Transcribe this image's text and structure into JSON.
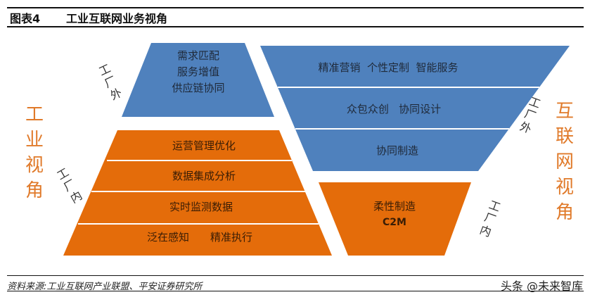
{
  "header": {
    "figure_number": "图表4",
    "title": "工业互联网业务视角"
  },
  "colors": {
    "blue": "#4F81BD",
    "orange": "#E46C0A",
    "side_label": "#E07A2A",
    "divider": "#ffffff"
  },
  "side_labels": {
    "left": "工业视角",
    "right": "互联网视角"
  },
  "rotated_labels": {
    "top_left": "工厂外",
    "bottom_left": "工厂内",
    "top_right": "工厂外",
    "bottom_right": "工厂内"
  },
  "shapes": {
    "industry_outside": {
      "color": "blue",
      "lines": [
        "需求匹配",
        "服务增值",
        "供应链协同"
      ]
    },
    "industry_inside": {
      "color": "orange",
      "layers": [
        "运营管理优化",
        "数据集成分析",
        "实时监测数据",
        "泛在感知　　精准执行"
      ]
    },
    "internet_outside": {
      "color": "blue",
      "layers": [
        "精准营销  个性定制  智能服务",
        "众包众创   协同设计",
        "协同制造"
      ]
    },
    "internet_inside": {
      "color": "orange",
      "lines": [
        "柔性制造",
        "C2M"
      ]
    }
  },
  "footer": {
    "source": "资料来源:工业互联网产业联盟、平安证券研究所",
    "watermark": "头条 @未来智库"
  }
}
